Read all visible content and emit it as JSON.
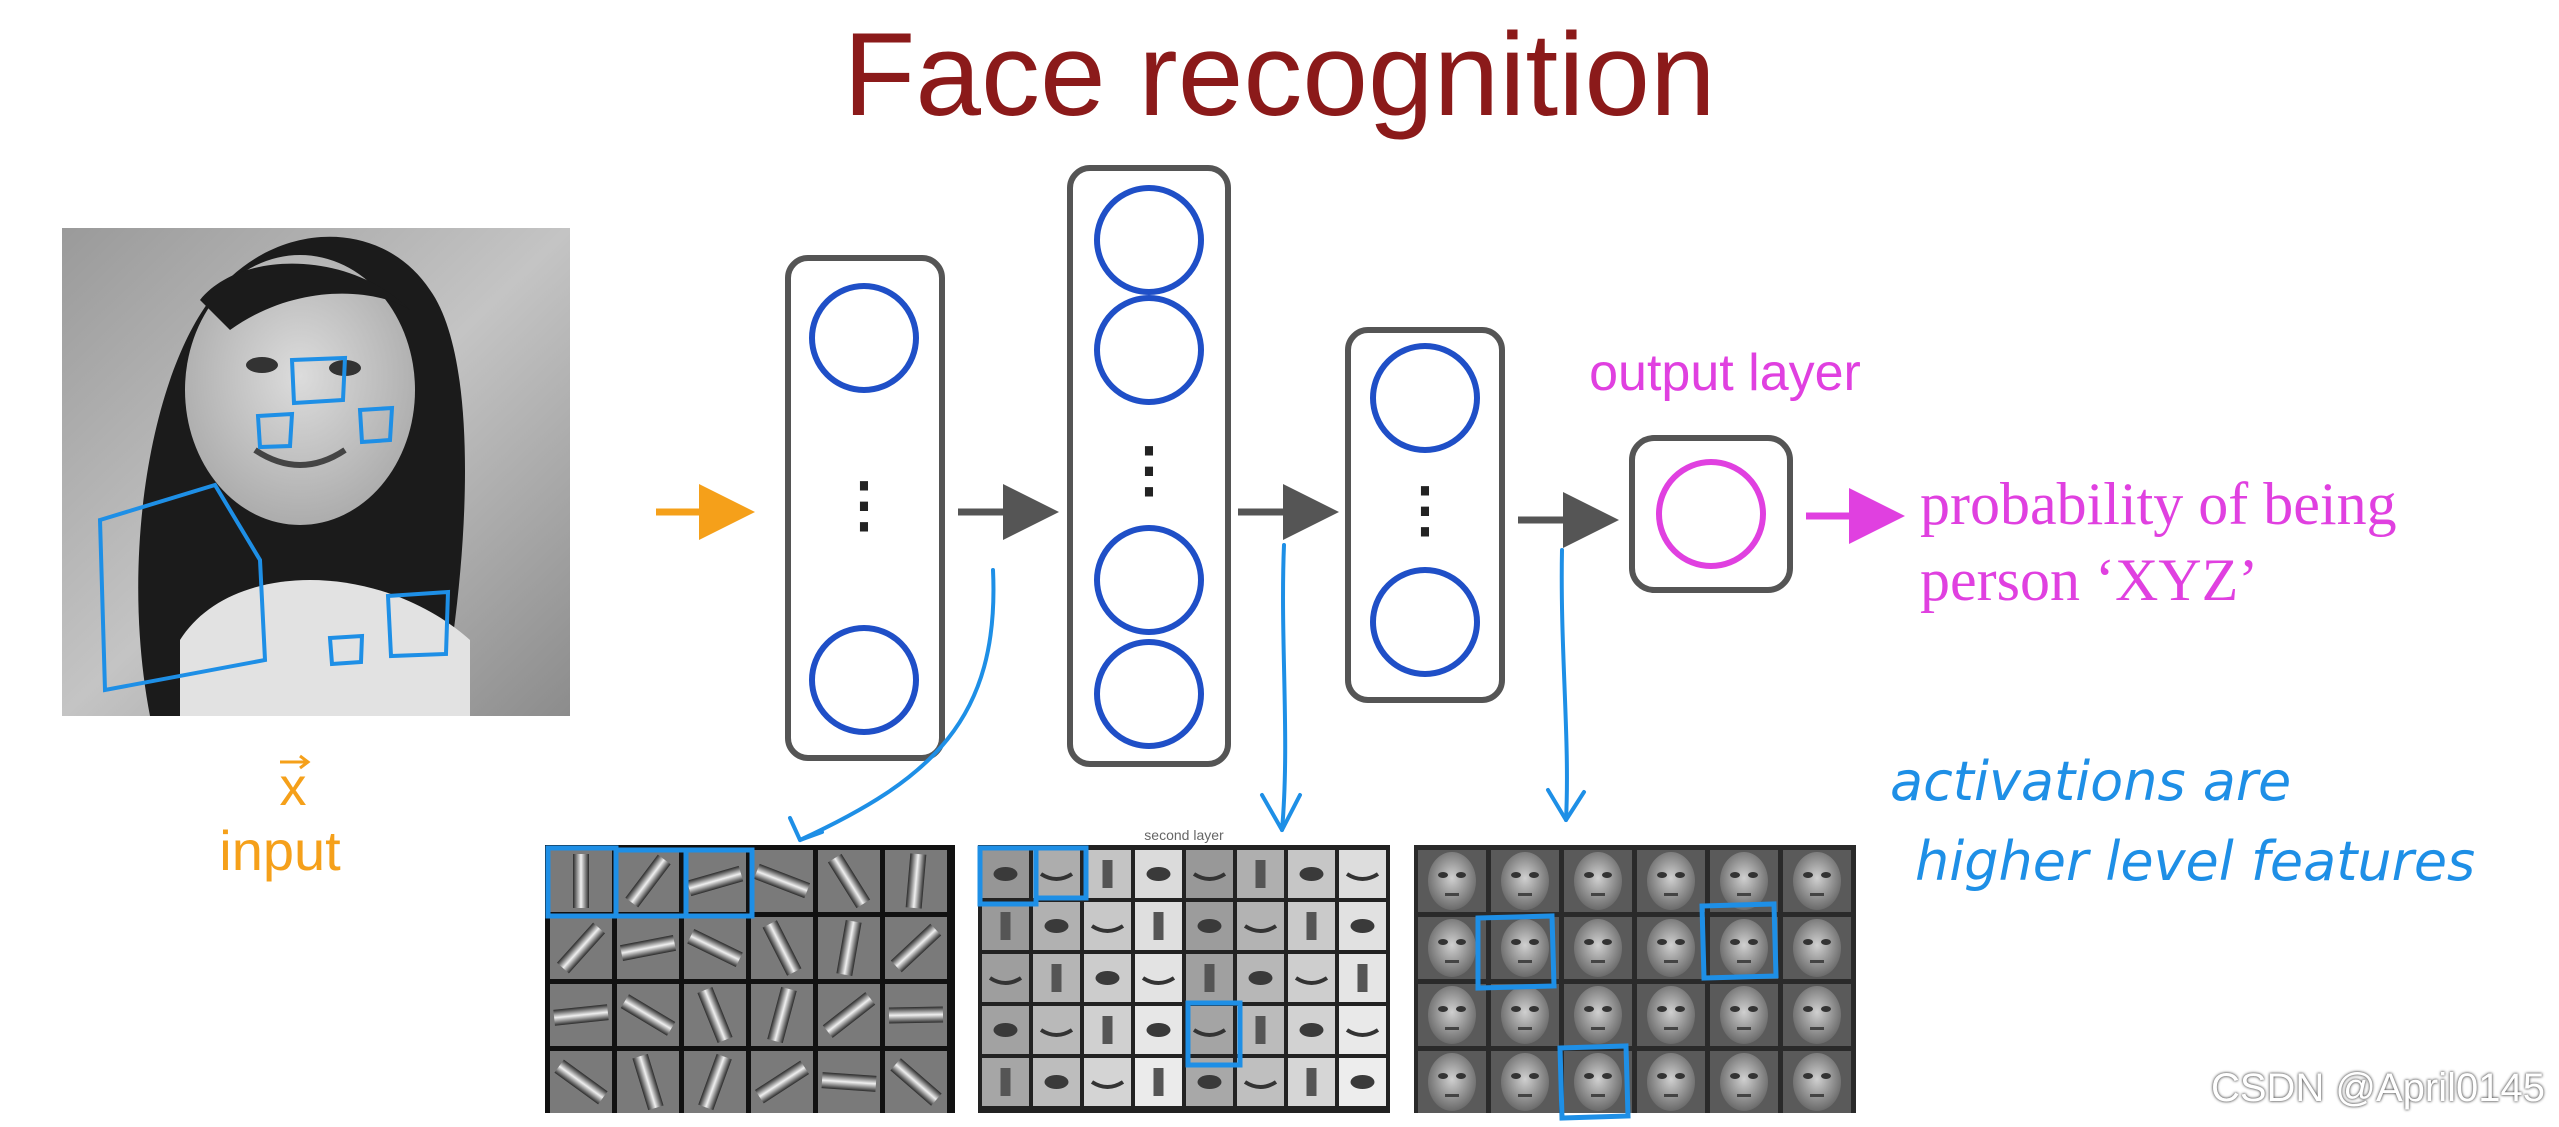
{
  "title": "Face recognition",
  "input": {
    "vector_label": "x",
    "label": "input"
  },
  "layers": [
    {
      "name": "hidden-layer-1",
      "neurons_shown": 2
    },
    {
      "name": "hidden-layer-2",
      "neurons_shown": 4
    },
    {
      "name": "hidden-layer-3",
      "neurons_shown": 2
    }
  ],
  "ellipsis": "⋮",
  "output": {
    "label": "output layer",
    "text_line1": "probability of being",
    "text_line2": "person ‘XYZ’"
  },
  "annotation": {
    "line1": "activations are",
    "line2": "higher level features"
  },
  "feature_panels": [
    {
      "name": "edge-features",
      "caption": ""
    },
    {
      "name": "part-features",
      "caption": "second layer"
    },
    {
      "name": "face-features",
      "caption": ""
    }
  ],
  "watermark": "CSDN @April0145",
  "colors": {
    "title": "#8b1a1a",
    "neuron": "#1f4fc7",
    "output_neuron": "#e040e0",
    "output_text": "#e040e0",
    "input_arrow": "#f5a01a",
    "input_text": "#f5a01a",
    "annotation": "#1e8fe6",
    "box_border": "#555555"
  }
}
